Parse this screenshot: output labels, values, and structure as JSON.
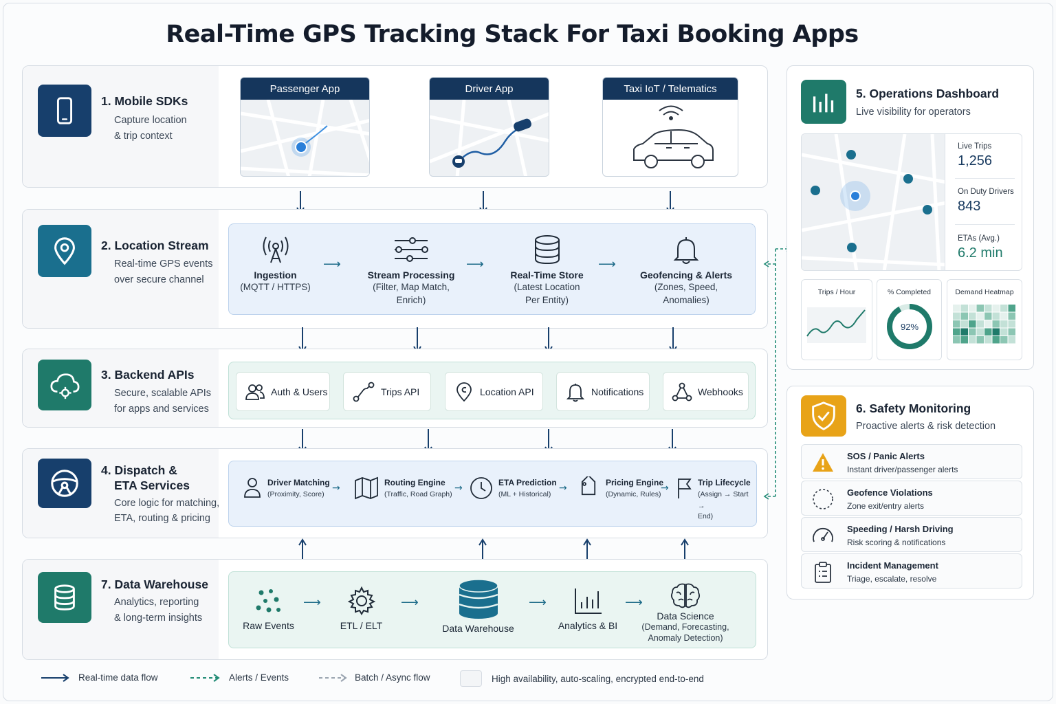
{
  "title": "Real-Time GPS Tracking Stack For Taxi Booking Apps",
  "colors": {
    "navy": "#173f6c",
    "teal": "#1a6f8e",
    "green": "#1f7a6a",
    "amber": "#e8a318",
    "accent_blue": "#3d8fe0"
  },
  "sections": {
    "s1": {
      "title": "1. Mobile SDKs",
      "sub1": "Capture location",
      "sub2": "& trip context",
      "icon": "smartphone-icon",
      "cards": [
        {
          "label": "Passenger App",
          "icon": "location-dot-icon"
        },
        {
          "label": "Driver App",
          "icon": "car-route-icon"
        },
        {
          "label": "Taxi IoT / Telematics",
          "icon": "connected-car-icon"
        }
      ]
    },
    "s2": {
      "title": "2. Location Stream",
      "sub1": "Real-time GPS events",
      "sub2": "over secure channel",
      "icon": "map-pin-icon",
      "stages": [
        {
          "name": "Ingestion",
          "d1": "(MQTT / HTTPS)",
          "d2": "",
          "icon": "antenna-icon"
        },
        {
          "name": "Stream Processing",
          "d1": "(Filter, Map Match,",
          "d2": "Enrich)",
          "icon": "sliders-icon"
        },
        {
          "name": "Real-Time Store",
          "d1": "(Latest Location",
          "d2": "Per Entity)",
          "icon": "database-icon"
        },
        {
          "name": "Geofencing & Alerts",
          "d1": "(Zones, Speed,",
          "d2": "Anomalies)",
          "icon": "bell-icon"
        }
      ]
    },
    "s3": {
      "title": "3. Backend APIs",
      "sub1": "Secure, scalable APIs",
      "sub2": "for apps and services",
      "icon": "cloud-gear-icon",
      "apis": [
        {
          "label": "Auth & Users",
          "icon": "users-icon"
        },
        {
          "label": "Trips API",
          "icon": "route-icon"
        },
        {
          "label": "Location API",
          "icon": "location-icon"
        },
        {
          "label": "Notifications",
          "icon": "bell-icon"
        },
        {
          "label": "Webhooks",
          "icon": "webhook-icon"
        }
      ]
    },
    "s4": {
      "title1": "4. Dispatch &",
      "title2": "ETA Services",
      "sub1": "Core logic for matching,",
      "sub2": "ETA, routing & pricing",
      "icon": "steering-wheel-icon",
      "stages": [
        {
          "name": "Driver Matching",
          "d1": "(Proximity, Score)",
          "d2": "",
          "icon": "person-icon"
        },
        {
          "name": "Routing Engine",
          "d1": "(Traffic, Road Graph)",
          "d2": "",
          "icon": "map-icon"
        },
        {
          "name": "ETA Prediction",
          "d1": "(ML + Historical)",
          "d2": "",
          "icon": "clock-icon"
        },
        {
          "name": "Pricing Engine",
          "d1": "(Dynamic, Rules)",
          "d2": "",
          "icon": "tag-icon"
        },
        {
          "name": "Trip Lifecycle",
          "d1": "(Assign → Start →",
          "d2": "End)",
          "icon": "flag-icon"
        }
      ]
    },
    "s5": {
      "title": "5. Operations Dashboard",
      "sub": "Live visibility for operators",
      "icon": "bar-chart-icon",
      "kpis": [
        {
          "label": "Live Trips",
          "value": "1,256"
        },
        {
          "label": "On Duty Drivers",
          "value": "843"
        },
        {
          "label": "ETAs (Avg.)",
          "value": "6.2 min"
        }
      ],
      "minis": [
        {
          "label": "Trips / Hour"
        },
        {
          "label": "% Completed",
          "value": "92%",
          "fraction": 0.92
        },
        {
          "label": "Demand Heatmap"
        }
      ]
    },
    "s6": {
      "title": "6. Safety Monitoring",
      "sub": "Proactive alerts & risk detection",
      "icon": "shield-check-icon",
      "alerts": [
        {
          "name": "SOS / Panic Alerts",
          "desc": "Instant driver/passenger alerts",
          "icon": "warning-icon"
        },
        {
          "name": "Geofence Violations",
          "desc": "Zone exit/entry alerts",
          "icon": "dashed-circle-icon"
        },
        {
          "name": "Speeding / Harsh Driving",
          "desc": "Risk scoring & notifications",
          "icon": "speedometer-icon"
        },
        {
          "name": "Incident Management",
          "desc": "Triage, escalate, resolve",
          "icon": "clipboard-icon"
        }
      ]
    },
    "s7": {
      "title": "7. Data Warehouse",
      "sub1": "Analytics, reporting",
      "sub2": "& long-term insights",
      "icon": "database-icon",
      "stages": [
        {
          "name": "Raw Events",
          "d1": "",
          "d2": "",
          "icon": "dots-icon"
        },
        {
          "name": "ETL / ELT",
          "d1": "",
          "d2": "",
          "icon": "gear-icon"
        },
        {
          "name": "Data Warehouse",
          "d1": "",
          "d2": "",
          "icon": "database-icon"
        },
        {
          "name": "Analytics & BI",
          "d1": "",
          "d2": "",
          "icon": "bar-chart-icon"
        },
        {
          "name": "Data Science",
          "d1": "(Demand, Forecasting,",
          "d2": "Anomaly Detection)",
          "icon": "brain-icon"
        }
      ]
    }
  },
  "legend": [
    "Real-time data flow",
    "Alerts / Events",
    "Batch / Async flow",
    "High availability, auto-scaling, encrypted end-to-end"
  ]
}
